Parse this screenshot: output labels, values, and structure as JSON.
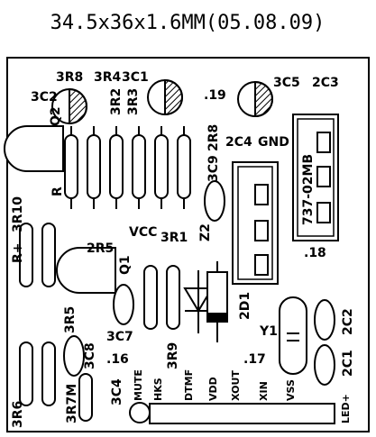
{
  "title": "34.5x36x1.6MM(05.08.09)",
  "labels": {
    "r8": "3R8",
    "r4": "3R4",
    "c1": "3C1",
    "c2": "3C2",
    "q2": "Q2",
    "r2": "3R2",
    "r3": "3R3",
    "n19": ".19",
    "c5": "3C5",
    "c3_2": "2C3",
    "r8_2": "2R8",
    "c4_2": "2C4",
    "gnd": "GND",
    "c9": "3C9",
    "r": "R",
    "r10": "3R10",
    "rplus": "R+",
    "r5_2": "2R5",
    "q1": "Q1",
    "vcc": "VCC",
    "r1": "3R1",
    "z2": "Z2",
    "conn": "737-02MB",
    "n18": ".18",
    "r5": "3R5",
    "c7": "3C7",
    "d1": "2D1",
    "y1": "Y1",
    "c2_2": "2C2",
    "c8": "3C8",
    "n16": ".16",
    "r9": "3R9",
    "n17": ".17",
    "c1_2": "2C1",
    "r6": "3R6",
    "r7m": "3R7M",
    "c4": "3C4",
    "mute": "MUTE",
    "hks": "HKS",
    "dtmf": "DTMF",
    "vdd": "VDD",
    "xout": "XOUT",
    "xin": "XIN",
    "vss": "VSS",
    "ledplus": "LED+"
  }
}
